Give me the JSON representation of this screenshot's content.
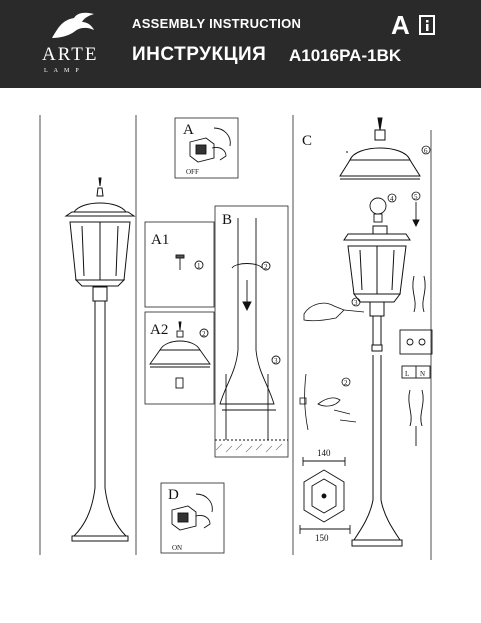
{
  "header": {
    "logo_text": "ARTE",
    "logo_sub": "LAMP",
    "title_en": "ASSEMBLY INSTRUCTION",
    "title_ru": "ИНСТРУКЦИЯ",
    "model": "A1016PA-1BK",
    "grade": "A",
    "info_icon": "info-book-icon"
  },
  "steps": {
    "a": {
      "label": "A",
      "switch_text": "OFF"
    },
    "a1": {
      "label": "A1",
      "callout": "1"
    },
    "a2": {
      "label": "A2",
      "callout": "2"
    },
    "b": {
      "label": "B",
      "callout_rotate": "2",
      "callout_bolt": "3"
    },
    "c": {
      "label": "C",
      "callouts": [
        "6",
        "4",
        "5",
        "3",
        "2"
      ],
      "terminal_l": "L",
      "terminal_n": "N"
    },
    "d": {
      "label": "D",
      "switch_text": "ON"
    }
  },
  "dimensions": {
    "width_top": "140",
    "width_bottom": "150"
  }
}
